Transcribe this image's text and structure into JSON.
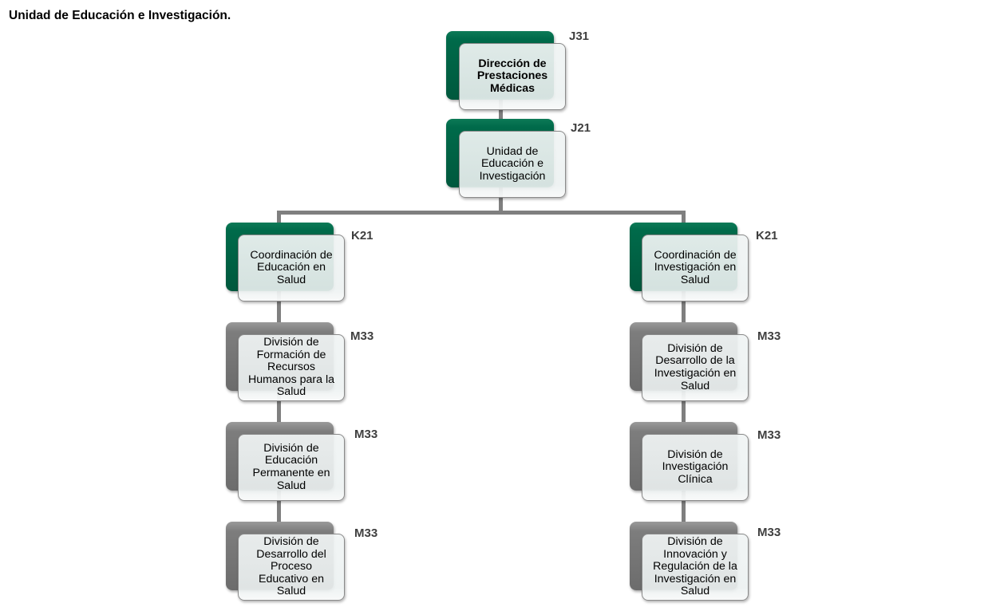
{
  "page_title": "Unidad de Educación e Investigación.",
  "colors": {
    "level_j_k": "#006a4a",
    "level_m": "#7d7d7d",
    "connector": "#7f7f7f"
  },
  "nodes": {
    "direccion": {
      "label": "Dirección de\nPrestaciones\nMédicas",
      "code": "J31"
    },
    "unidad": {
      "label": "Unidad de\nEducación e\nInvestigación",
      "code": "J21"
    },
    "coord_educacion": {
      "label": "Coordinación de\nEducación  en\nSalud",
      "code": "K21"
    },
    "coord_investigacion": {
      "label": "Coordinación de\nInvestigación en\nSalud",
      "code": "K21"
    },
    "div_formacion": {
      "label": "División de\nFormación de\nRecursos\nHumanos para la\nSalud",
      "code": "M33"
    },
    "div_educacion_permanente": {
      "label": "División de\nEducación\nPermanente en\nSalud",
      "code": "M33"
    },
    "div_proceso_educativo": {
      "label": "División de\nDesarrollo del\nProceso\nEducativo en\nSalud",
      "code": "M33"
    },
    "div_desarrollo_investigacion": {
      "label": "División de\nDesarrollo de la\nInvestigación en\nSalud",
      "code": "M33"
    },
    "div_investigacion_clinica": {
      "label": "División de\nInvestigación\nClínica",
      "code": "M33"
    },
    "div_innovacion": {
      "label": "División de\nInnovación y\nRegulación de la\nInvestigación en\nSalud",
      "code": "M33"
    }
  }
}
